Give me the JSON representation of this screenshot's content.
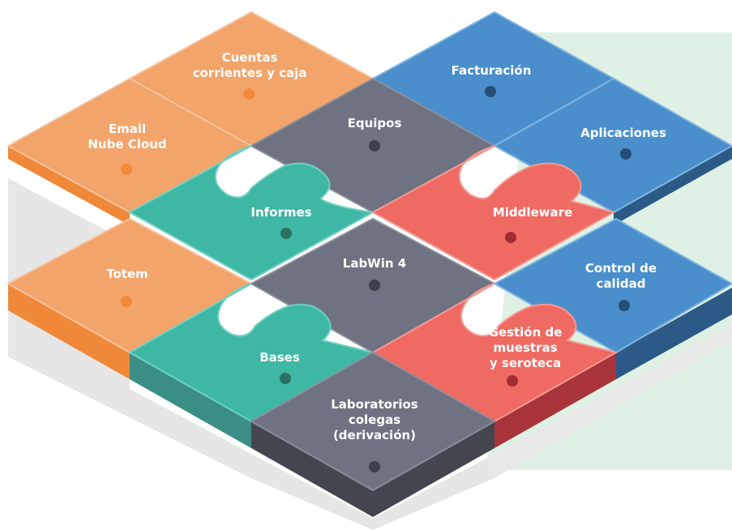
{
  "colors": {
    "orange": "#F2A46B",
    "orange_side": "#F0883A",
    "blue": "#4A8FCC",
    "blue_side": "#2C5A86",
    "teal": "#3FB7A5",
    "teal_side": "#3A8E84",
    "gray": "#6F7280",
    "gray_side": "#44464F",
    "red": "#EF6A62",
    "red_side": "#A8333A",
    "mint_bg": "#DFF1E4",
    "base_shadow": "#E5E5E5"
  },
  "tiles": [
    {
      "id": "cuentas",
      "lines": [
        "Cuentas",
        "corrientes y caja"
      ],
      "color": "orange"
    },
    {
      "id": "facturacion",
      "lines": [
        "Facturación"
      ],
      "color": "blue"
    },
    {
      "id": "email",
      "lines": [
        "Email",
        "Nube Cloud"
      ],
      "color": "orange"
    },
    {
      "id": "equipos",
      "lines": [
        "Equipos"
      ],
      "color": "gray"
    },
    {
      "id": "aplicaciones",
      "lines": [
        "Aplicaciones"
      ],
      "color": "blue"
    },
    {
      "id": "informes",
      "lines": [
        "Informes"
      ],
      "color": "teal"
    },
    {
      "id": "middleware",
      "lines": [
        "Middleware"
      ],
      "color": "red"
    },
    {
      "id": "totem",
      "lines": [
        "Totem"
      ],
      "color": "orange"
    },
    {
      "id": "labwin",
      "lines": [
        "LabWin 4"
      ],
      "color": "gray"
    },
    {
      "id": "control",
      "lines": [
        "Control de",
        "calidad"
      ],
      "color": "blue"
    },
    {
      "id": "gestion",
      "lines": [
        "Gestión de",
        "muestras",
        "y seroteca"
      ],
      "color": "red"
    },
    {
      "id": "bases",
      "lines": [
        "Bases"
      ],
      "color": "teal"
    },
    {
      "id": "laboratorios",
      "lines": [
        "Laboratorios",
        "colegas",
        "(derivación)"
      ],
      "color": "gray"
    }
  ]
}
